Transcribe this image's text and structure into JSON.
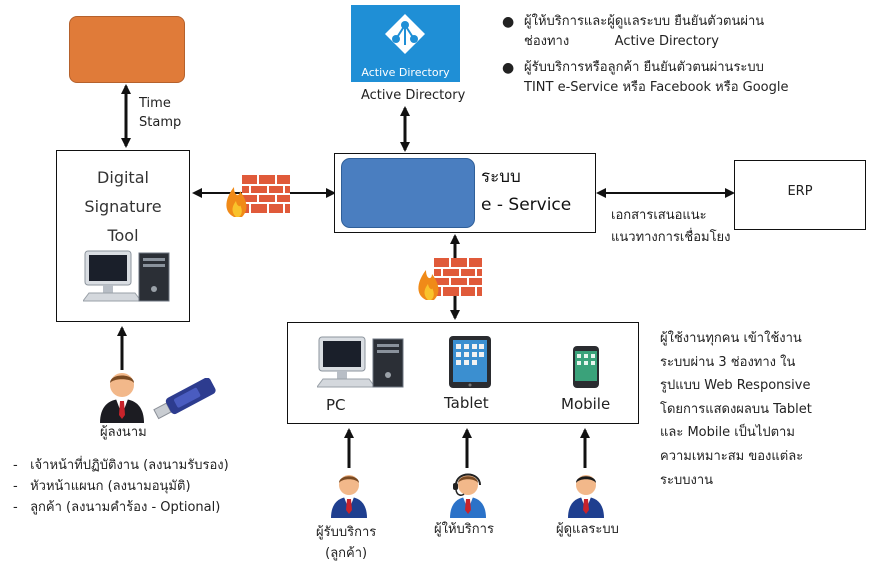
{
  "active_directory": {
    "logo_text": "Active Directory",
    "label": "Active Directory"
  },
  "bullets": [
    {
      "line1": "ผู้ให้บริการและผู้ดูแลระบบ ยืนยันตัวตนผ่าน",
      "line2": "ช่องทาง           Active Directory"
    },
    {
      "line1": "ผู้รับบริการหรือลูกค้า ยืนยันตัวตนผ่านระบบ",
      "line2": "TINT e-Service หรือ Facebook หรือ Google"
    }
  ],
  "time_stamp": {
    "line1": "Time",
    "line2": "Stamp"
  },
  "digital_signature": {
    "line1": "Digital",
    "line2": "Signature",
    "line3": "Tool"
  },
  "eservice": {
    "line1": "ระบบ",
    "line2": "e - Service"
  },
  "erp": {
    "label": "ERP",
    "note_line1": "เอกสารเสนอแนะ",
    "note_line2": "แนวทางการเชื่อมโยง"
  },
  "devices": {
    "pc": "PC",
    "tablet": "Tablet",
    "mobile": "Mobile"
  },
  "device_note": [
    "ผู้ใช้งานทุกคน เข้าใช้งาน",
    "ระบบผ่าน 3 ช่องทาง ใน",
    "รูปแบบ Web Responsive",
    "โดยการแสดงผลบน Tablet",
    "และ Mobile เป็นไปตาม",
    "ความเหมาะสม ของแต่ละ",
    "ระบบงาน"
  ],
  "signer": {
    "label": "ผู้ลงนาม",
    "roles": [
      "-   เจ้าหน้าที่ปฏิบัติงาน (ลงนามรับรอง)",
      "-   หัวหน้าแผนก (ลงนามอนุมัติ)",
      "-   ลูกค้า (ลงนามคำร้อง - Optional)"
    ]
  },
  "users": {
    "customer_line1": "ผู้รับบริการ",
    "customer_line2": "(ลูกค้า)",
    "provider": "ผู้ให้บริการ",
    "admin": "ผู้ดูแลระบบ"
  }
}
